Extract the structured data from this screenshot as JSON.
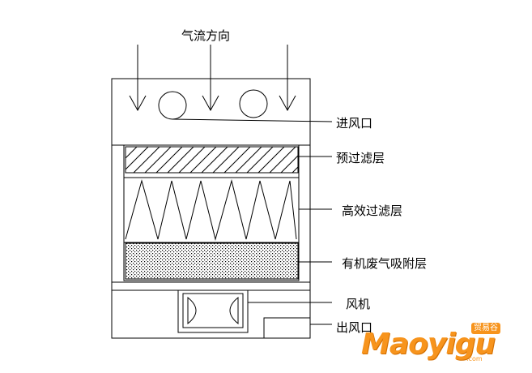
{
  "diagram": {
    "labels": {
      "airflow": "气流方向",
      "inlet": "进风口",
      "pre_filter": "预过滤层",
      "hepa_filter": "高效过滤层",
      "adsorption": "有机废气吸附层",
      "fan": "风机",
      "outlet": "出风口"
    }
  },
  "watermark": {
    "brand": "Maoyigu",
    "chinese": "贸易谷",
    "url": ".com"
  }
}
